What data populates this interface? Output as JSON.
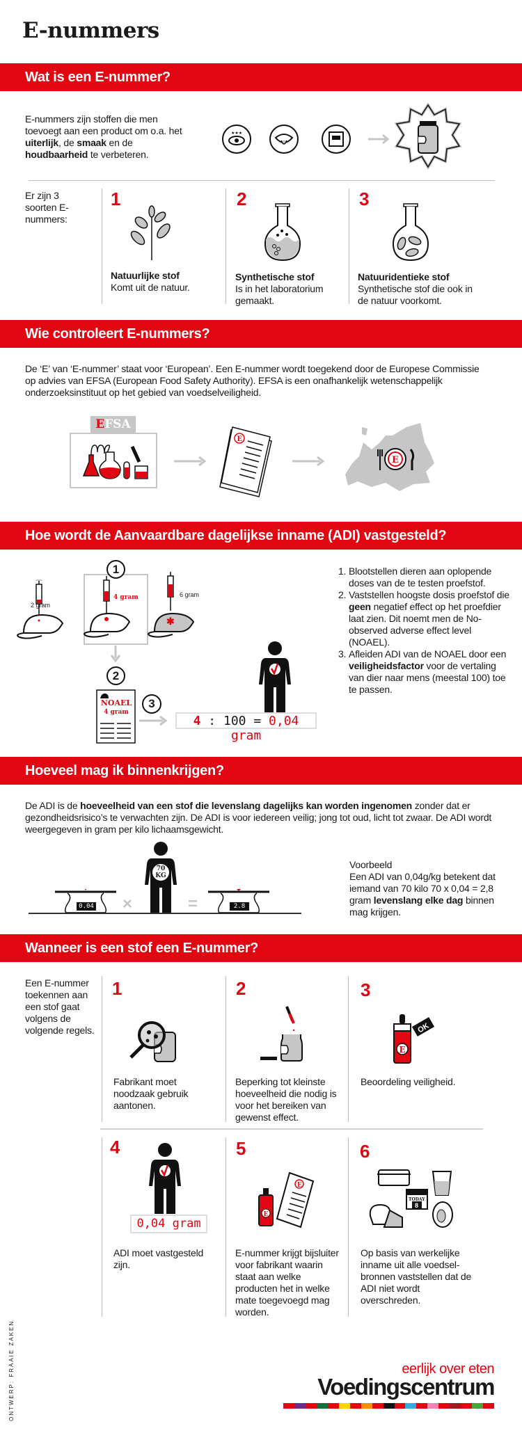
{
  "title": "E-nummers",
  "s1": {
    "heading": "Wat is een E-nummer?",
    "intro": [
      "E-nummers zijn stoffen die men toevoegt aan een product om o.a. het ",
      "uiterlijk",
      ", de ",
      "smaak",
      " en de ",
      "houdbaarheid",
      " te verbeteren."
    ],
    "types_label": "Er zijn 3 soorten E-nummers:",
    "types": [
      {
        "num": "1",
        "title": "Natuurlijke stof",
        "text": "Komt uit de natuur."
      },
      {
        "num": "2",
        "title": "Synthetische stof",
        "text": "Is in het laboratorium gemaakt."
      },
      {
        "num": "3",
        "title": "Natuuridentieke stof",
        "text": "Synthetische stof die ook in de natuur voorkomt."
      }
    ]
  },
  "s2": {
    "heading": "Wie controleert E-nummers?",
    "text": "De ‘E’ van ‘E-nummer’ staat voor ‘European’. Een E-nummer wordt toegekend door de Europese Commissie op advies van EFSA (European Food Safety Authority). EFSA is een onafhankelijk wetenschappelijk onderzoeksinstituut op het gebied van voedselveiligheid.",
    "efsa_e": "E",
    "efsa_rest": "FSA",
    "doc_badge": "E",
    "plate_badge": "E"
  },
  "s3": {
    "heading": "Hoe wordt de Aanvaardbare dagelijkse inname (ADI) vastgesteld?",
    "dose1": "2 gram",
    "dose2": "4 gram",
    "dose3": "6 gram",
    "step1": "1",
    "step2": "2",
    "step3": "3",
    "noael": "NOAEL",
    "noael_dose": "4 gram",
    "calc_a": "4",
    "calc_b": " : 100 = ",
    "calc_c": "0,04 gram",
    "list": [
      [
        "Blootstellen dieren aan oplopende doses van de te testen proefstof."
      ],
      [
        "Vaststellen hoogste dosis proefstof die ",
        "geen",
        " negatief effect op het proefdier laat zien. Dit noemt men de No-observed adverse effect level (NOAEL)."
      ],
      [
        "Afleiden ADI van de NOAEL door een ",
        "veiligheidsfactor",
        " voor de vertaling van dier naar mens (meestal 100) toe te passen."
      ]
    ]
  },
  "s4": {
    "heading": "Hoeveel mag ik binnenkrijgen?",
    "text": [
      "De ADI is de ",
      "hoeveelheid van een stof die levenslang dagelijks kan worden ingenomen",
      " zonder dat er gezondheidsrisico’s te verwachten zijn. De ADI is voor iedereen veilig; jong tot oud, licht tot zwaar. De ADI wordt weergegeven in gram per kilo lichaamsgewicht."
    ],
    "scale1": "0.04",
    "times": "×",
    "weight1": "70",
    "weight2": "KG",
    "equals": "=",
    "scale2": "2.8",
    "example_title": "Voorbeeld",
    "example": [
      "Een ADI van 0,04g/kg betekent dat iemand van 70 kilo 70 x 0,04 = 2,8 gram ",
      "levenslang elke dag",
      " binnen mag krijgen."
    ]
  },
  "s5": {
    "heading": "Wanneer is een stof een E-nummer?",
    "intro": "Een E-nummer toekennen aan een stof gaat volgens de volgende regels.",
    "rules": [
      {
        "num": "1",
        "text": "Fabrikant moet noodzaak gebruik aantonen."
      },
      {
        "num": "2",
        "text": "Beperking tot kleinste hoeveelheid die nodig is voor het bereiken van gewenst effect."
      },
      {
        "num": "3",
        "text": "Beoordeling veiligheid."
      },
      {
        "num": "4",
        "text": "ADI moet vastgesteld zijn."
      },
      {
        "num": "5",
        "text": "E-nummer krijgt bijsluiter voor fabrikant waarin staat aan welke producten het in welke mate toegevoegd mag worden."
      },
      {
        "num": "6",
        "text": "Op basis van werkelijke inname uit alle voedsel-bronnen vaststellen dat de ADI niet wordt overschreden."
      }
    ],
    "ok_tag": "OK",
    "bottle_badge": "E",
    "adi_box": "0,04 gram",
    "calendar_top": "TODAY",
    "calendar_day": "8"
  },
  "footer": {
    "tagline": "eerlijk over eten",
    "brand": "Voedingscentrum",
    "credit": "ONTWERP: FRAAIE ZAKEN",
    "stripe_colors": [
      "#e20613",
      "#6b2c86",
      "#e20613",
      "#1d6b3a",
      "#e20613",
      "#ffd500",
      "#e20613",
      "#f39200",
      "#e20613",
      "#111111",
      "#e20613",
      "#36a9e1",
      "#e20613",
      "#ee87b4",
      "#e20613",
      "#9d1c20",
      "#e20613",
      "#4aa53a",
      "#e20613"
    ]
  },
  "colors": {
    "accent": "#e20613",
    "icon_gray": "#c6c6c6"
  }
}
